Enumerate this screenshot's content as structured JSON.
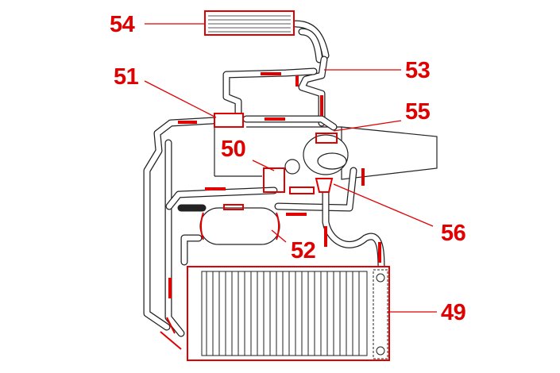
{
  "diagram": {
    "accent_color": "#e10000",
    "labels": {
      "l54": "54",
      "l51": "51",
      "l53": "53",
      "l55": "55",
      "l50": "50",
      "l56": "56",
      "l52": "52",
      "l49": "49"
    }
  }
}
